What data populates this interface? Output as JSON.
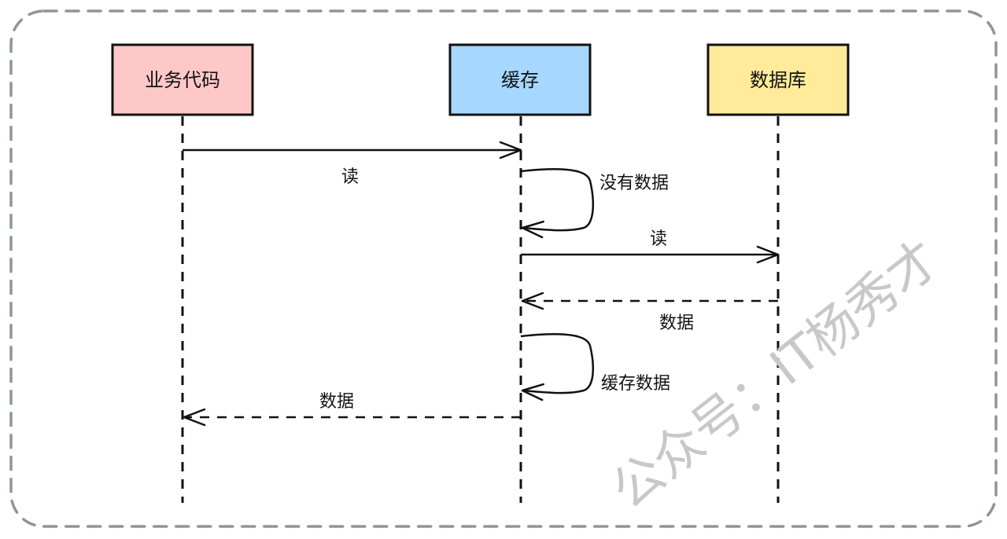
{
  "diagram": {
    "type": "sequence",
    "frame_color": "#8e959c",
    "actors": [
      {
        "id": "biz",
        "label": "业务代码",
        "fill": "#ffc8c8"
      },
      {
        "id": "cache",
        "label": "缓存",
        "fill": "#a6d8ff"
      },
      {
        "id": "db",
        "label": "数据库",
        "fill": "#ffeb9a"
      }
    ],
    "messages": [
      {
        "from": "biz",
        "to": "cache",
        "label": "读",
        "style": "solid"
      },
      {
        "from": "cache",
        "to": "cache",
        "label": "没有数据",
        "style": "self"
      },
      {
        "from": "cache",
        "to": "db",
        "label": "读",
        "style": "solid"
      },
      {
        "from": "db",
        "to": "cache",
        "label": "数据",
        "style": "dashed"
      },
      {
        "from": "cache",
        "to": "cache",
        "label": "缓存数据",
        "style": "self"
      },
      {
        "from": "cache",
        "to": "biz",
        "label": "数据",
        "style": "dashed"
      }
    ],
    "watermark": "公众号：IT杨秀才"
  }
}
